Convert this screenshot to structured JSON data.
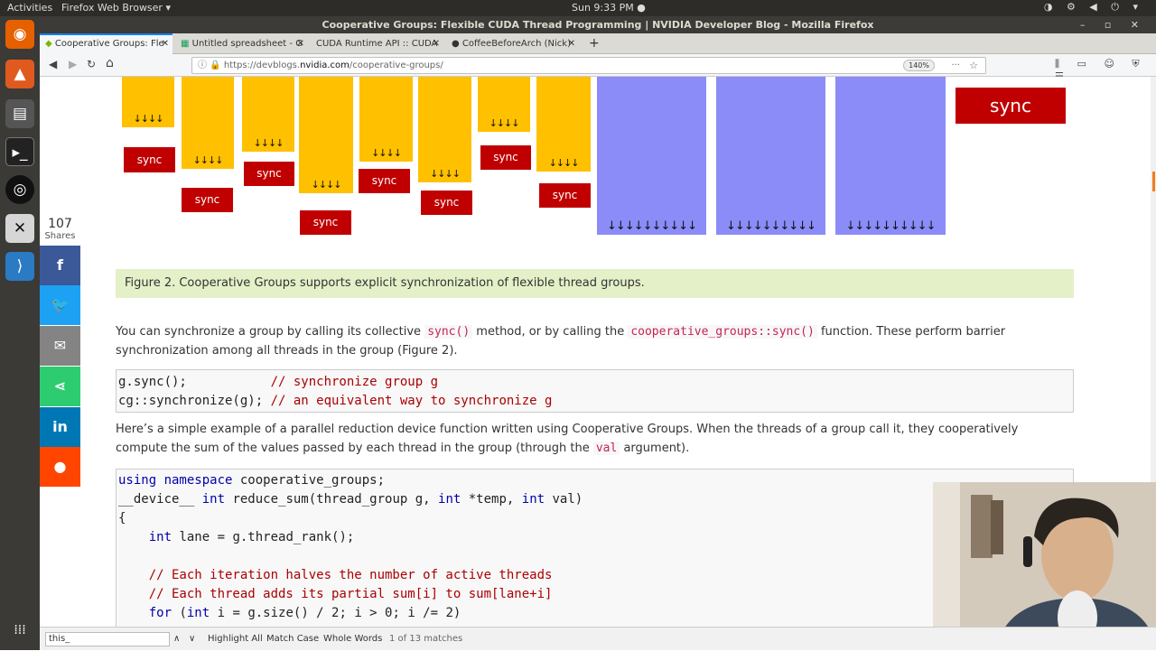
{
  "system_bar": {
    "activities": "Activities",
    "app": "Firefox Web Browser ▾",
    "clock": "Sun  9:33 PM ●",
    "tray": "◑ ⚙ ◀ ⏻ ▾"
  },
  "window": {
    "title": "Cooperative Groups: Flexible CUDA Thread Programming | NVIDIA Developer Blog - Mozilla Firefox",
    "controls": "– ▫ ✕"
  },
  "tabs": [
    {
      "label": "Cooperative Groups: Fle",
      "close": "✕"
    },
    {
      "label": "Untitled spreadsheet - G",
      "close": "✕"
    },
    {
      "label": "CUDA Runtime API :: CUDA",
      "close": "✕"
    },
    {
      "label": "CoffeeBeforeArch (Nick)",
      "close": "✕"
    }
  ],
  "new_tab": "+",
  "nav": {
    "back": "◀",
    "forward": "▶",
    "reload": "↻",
    "home": "⌂",
    "url_prefix": "https://devblogs.",
    "url_domain": "nvidia.com",
    "url_path": "/cooperative-groups/",
    "zoom": "140%",
    "more": "···",
    "star": "☆",
    "right_icons": "⫼ ▭ ☺ ⛨ ☰"
  },
  "figure": {
    "sync_label": "sync",
    "big_sync_label": "sync"
  },
  "share": {
    "count": "107",
    "label": "Shares",
    "facebook": "f",
    "twitter": "🐦",
    "email": "✉",
    "share": "⋖",
    "linkedin": "in",
    "reddit": "●"
  },
  "caption": "Figure 2. Cooperative Groups supports explicit synchronization of flexible thread groups.",
  "para1": {
    "t1": "You can synchronize a group by calling its collective ",
    "c1": "sync()",
    "t2": " method, or by calling the ",
    "c2": "cooperative_groups::sync()",
    "t3": " function. These perform barrier synchronization among all threads in the group (Figure 2)."
  },
  "code1": {
    "l1a": "g.sync();           ",
    "l1b": "// synchronize group g",
    "l2a": "cg::synchronize(g); ",
    "l2b": "// an equivalent way to synchronize g"
  },
  "para2": {
    "t1": "Here’s a simple example of a parallel reduction device function written using Cooperative Groups. When the threads of a group call it, they cooperatively compute the sum of the values passed by each thread in the group (through the ",
    "c1": "val",
    "t2": " argument)."
  },
  "code2": {
    "l1kw": "using namespace",
    "l1": " cooperative_groups;",
    "l2": "__device__ ",
    "l2kw": "int",
    "l2b": " reduce_sum(thread_group g, ",
    "l2kw2": "int",
    "l2c": " *temp, ",
    "l2kw3": "int",
    "l2d": " val)",
    "l3": "{",
    "l4kw": "    int",
    "l4": " lane = g.thread_rank();",
    "l6": "    // Each iteration halves the number of active threads",
    "l7": "    // Each thread adds its partial sum[i] to sum[lane+i]",
    "l8kw": "    for",
    "l8a": " (",
    "l8kw2": "int",
    "l8b": " i = g.size() / 2; i > 0; i /= 2)"
  },
  "findbar": {
    "query": "this_",
    "up": "∧",
    "down": "∨",
    "highlight": "Highlight All",
    "match": "Match Case",
    "whole": "Whole Words",
    "count": "1 of 13 matches"
  }
}
